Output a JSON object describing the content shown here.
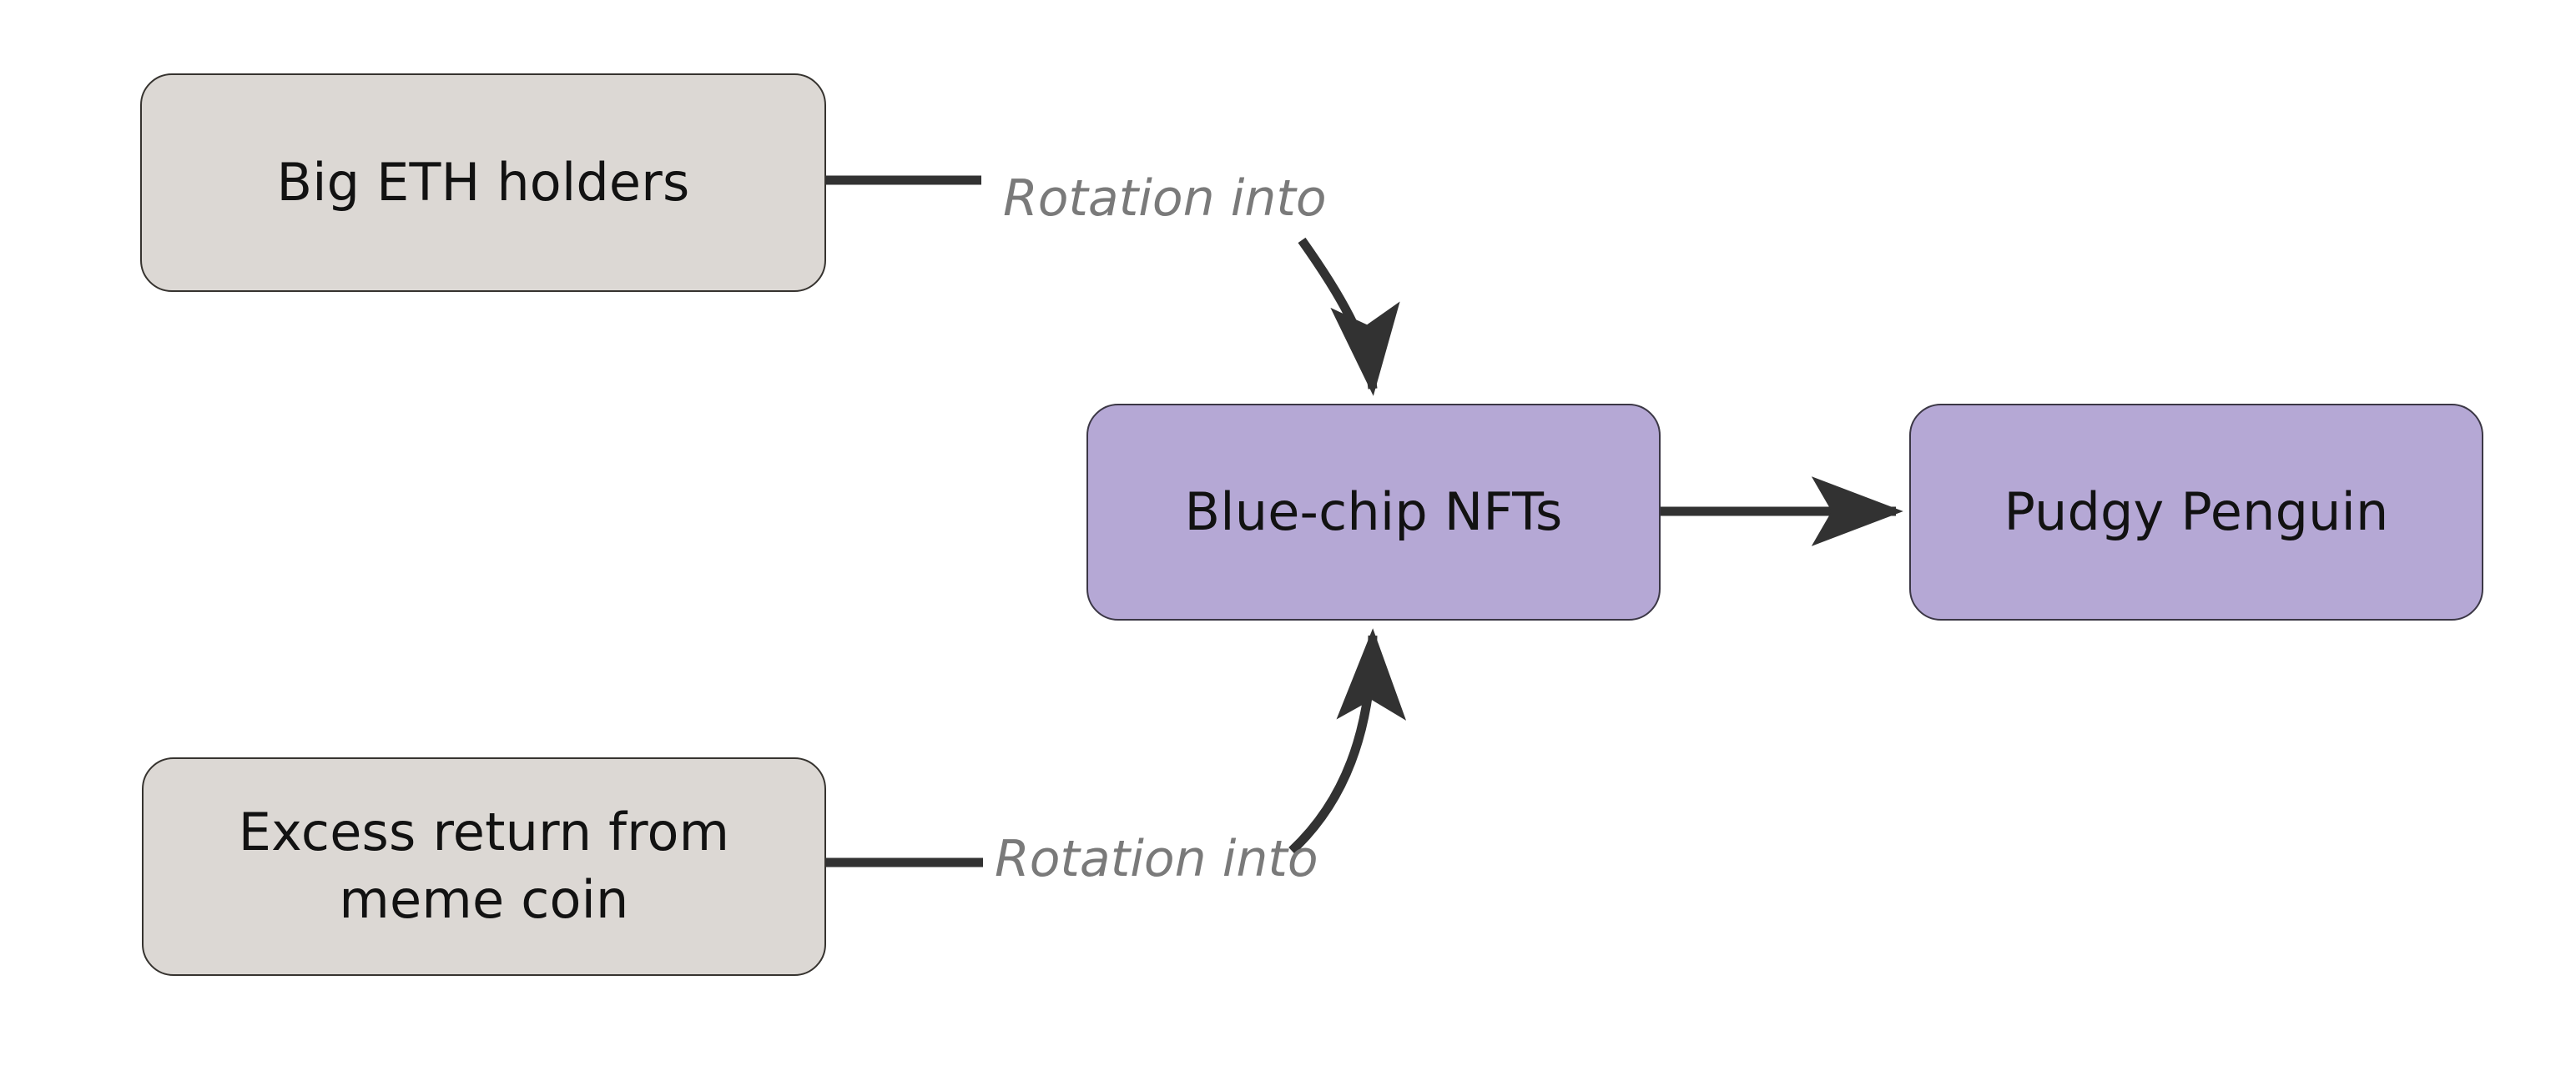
{
  "diagram": {
    "title": "Rotation flow into blue-chip NFTs",
    "background_color": "#ffffff",
    "palette": {
      "node_gray_fill": "#dcd8d4",
      "node_purple_fill": "#b5a8d5",
      "node_border": "#36332f",
      "edge_stroke": "#323232",
      "node_text": "#121212",
      "edge_label_text": "#7a7a7a"
    },
    "nodes": [
      {
        "id": "big-eth-holders",
        "label": "Big ETH holders",
        "style": "gray",
        "shape": "rounded-rectangle"
      },
      {
        "id": "excess-return-meme-coin",
        "label": "Excess return from\nmeme coin",
        "style": "gray",
        "shape": "rounded-rectangle"
      },
      {
        "id": "blue-chip-nfts",
        "label": "Blue-chip NFTs",
        "style": "purple",
        "shape": "rounded-rectangle"
      },
      {
        "id": "pudgy-penguin",
        "label": "Pudgy Penguin",
        "style": "purple",
        "shape": "rounded-rectangle"
      }
    ],
    "edges": [
      {
        "id": "edge-big-eth-to-nfts",
        "from": "big-eth-holders",
        "to": "blue-chip-nfts",
        "label": "Rotation into",
        "arrow": "end",
        "kind": "curved"
      },
      {
        "id": "edge-excess-return-to-nfts",
        "from": "excess-return-meme-coin",
        "to": "blue-chip-nfts",
        "label": "Rotation into",
        "arrow": "end",
        "kind": "curved"
      },
      {
        "id": "edge-nfts-to-pudgy",
        "from": "blue-chip-nfts",
        "to": "pudgy-penguin",
        "label": "",
        "arrow": "end",
        "kind": "straight"
      }
    ]
  }
}
